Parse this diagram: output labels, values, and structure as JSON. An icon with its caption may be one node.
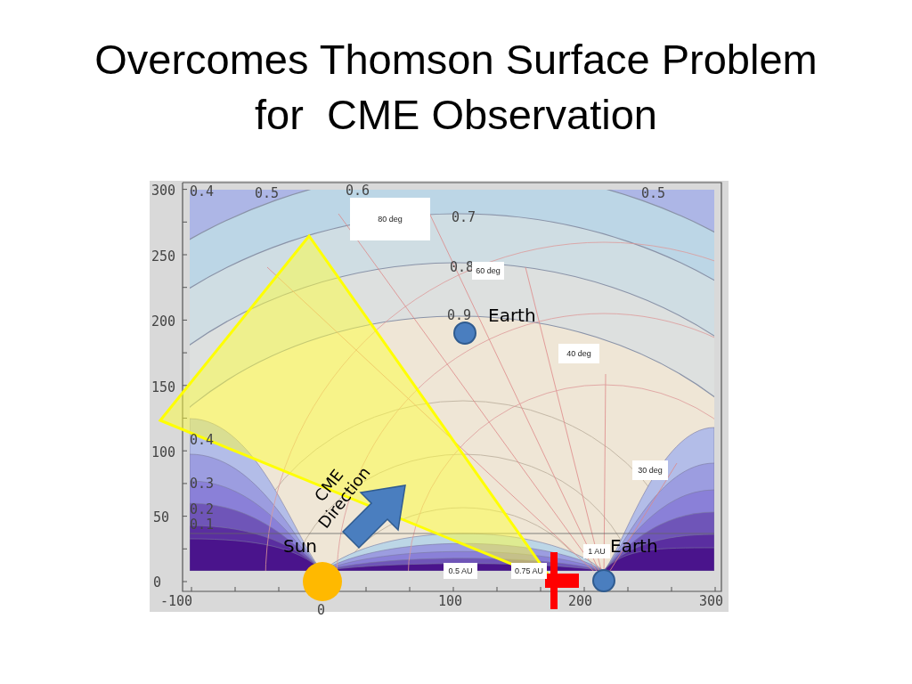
{
  "diagram": {
    "title": "Overcomes Thomson Surface Problem for  CME Observation",
    "nodes": [
      {
        "text": [
          "Earth"
        ]
      },
      {
        "text": [
          "Sun"
        ]
      },
      {
        "text": [
          "Earth"
        ]
      }
    ],
    "labels": [
      "300",
      "0.4",
      "0.5",
      "0.6",
      "80 deg",
      "0.7",
      "0.5",
      "250",
      "0.8",
      "60 deg",
      "200",
      "0.9",
      "40 deg",
      "150",
      "100",
      "0.4",
      "CME Direction",
      "30 deg",
      "0.3",
      "50",
      "0.2",
      "0.1",
      "0",
      "0.5 AU",
      "0.75 AU",
      "1 AU",
      "-100",
      "0",
      "100",
      "200",
      "300"
    ]
  }
}
